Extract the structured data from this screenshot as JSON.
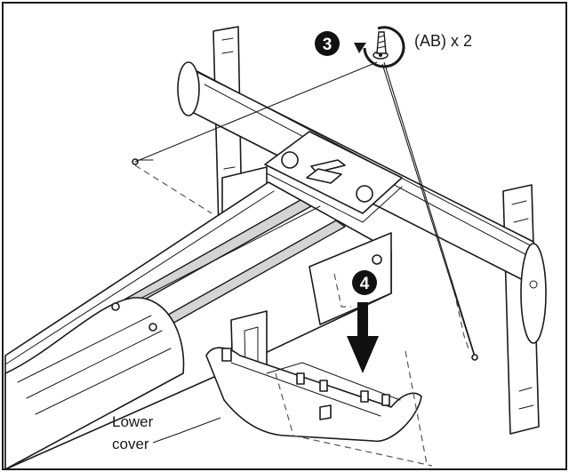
{
  "steps": {
    "step3": {
      "number": "3",
      "quantity": "(AB) x 2"
    },
    "step4": {
      "number": "4"
    }
  },
  "labels": {
    "lower_cover_line1": "Lower",
    "lower_cover_line2": "cover"
  },
  "icons": {
    "screw": "screw-rotate-icon",
    "arrow": "down-arrow-icon"
  },
  "colors": {
    "line": "#1a1a1a",
    "badge": "#111111",
    "shade": "#d4d4d4"
  }
}
